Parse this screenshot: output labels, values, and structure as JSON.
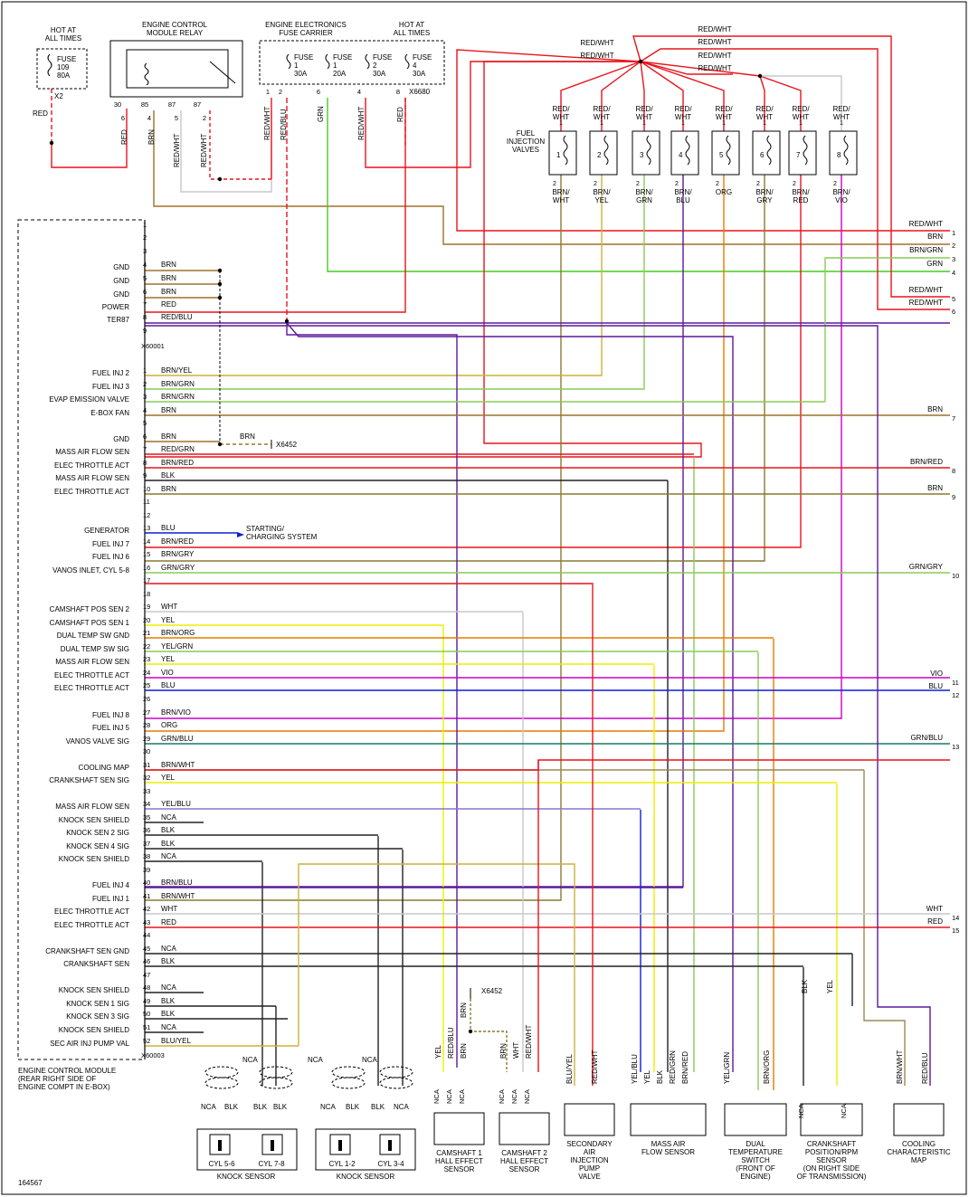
{
  "diagram_id": "164567",
  "top": {
    "hot1": "HOT AT\nALL TIMES",
    "fuse109": "FUSE\n109\n80A",
    "x2": "X2",
    "relay_title": "ENGINE CONTROL\nMODULE RELAY",
    "fc_title": "ENGINE ELECTRONICS\nFUSE CARRIER",
    "hot2": "HOT AT\nALL TIMES",
    "fuses": [
      "FUSE\n1\n30A",
      "FUSE\n1\n20A",
      "FUSE\n2\n30A",
      "FUSE\n4\n30A"
    ],
    "x6680": "X6680",
    "injectors_label": "FUEL\nINJECTION\nVALVES"
  },
  "relay_pins": [
    "30",
    "85",
    "87",
    "87",
    "6",
    "4",
    "5",
    "2"
  ],
  "fc_pins": [
    "1",
    "2",
    "6",
    "4",
    "8"
  ],
  "injectors": [
    {
      "n": "1",
      "top": "RED/\nWHT",
      "bot": "BRN/\nWHT"
    },
    {
      "n": "2",
      "top": "RED/\nWHT",
      "bot": "BRN/\nYEL"
    },
    {
      "n": "3",
      "top": "RED/\nWHT",
      "bot": "BRN/\nGRN"
    },
    {
      "n": "4",
      "top": "RED/\nWHT",
      "bot": "BRN/\nBLU"
    },
    {
      "n": "5",
      "top": "RED/\nWHT",
      "bot": "ORG"
    },
    {
      "n": "6",
      "top": "RED/\nWHT",
      "bot": "BRN/\nGRY"
    },
    {
      "n": "7",
      "top": "RED/\nWHT",
      "bot": "BRN/\nRED"
    },
    {
      "n": "8",
      "top": "RED/\nWHT",
      "bot": "BRN/\nVIO"
    }
  ],
  "wire_labels": {
    "red": "RED",
    "brn": "BRN",
    "red_wht": "RED/WHT",
    "red_blu": "RED/BLU",
    "grn": "GRN",
    "x6452": "X6452",
    "starting": "STARTING/\nCHARGING SYSTEM"
  },
  "ecm": {
    "title": "ENGINE CONTROL MODULE\n(REAR RIGHT SIDE OF\nENGINE COMPT IN E-BOX)",
    "conn1": "X60001",
    "conn3": "X60003",
    "group1": [
      {
        "pin": "1",
        "label": "",
        "color": ""
      },
      {
        "pin": "2",
        "label": "",
        "color": ""
      },
      {
        "pin": "3",
        "label": "",
        "color": ""
      },
      {
        "pin": "4",
        "label": "GND",
        "color": "BRN"
      },
      {
        "pin": "5",
        "label": "GND",
        "color": "BRN"
      },
      {
        "pin": "6",
        "label": "GND",
        "color": "BRN"
      },
      {
        "pin": "7",
        "label": "POWER",
        "color": "RED"
      },
      {
        "pin": "8",
        "label": "TER87",
        "color": "RED/BLU"
      },
      {
        "pin": "9",
        "label": "",
        "color": ""
      }
    ],
    "group2": [
      {
        "pin": "1",
        "label": "FUEL INJ 2",
        "color": "BRN/YEL"
      },
      {
        "pin": "2",
        "label": "FUEL INJ 3",
        "color": "BRN/GRN"
      },
      {
        "pin": "3",
        "label": "EVAP EMISSION VALVE",
        "color": "BRN/GRN"
      },
      {
        "pin": "4",
        "label": "E-BOX FAN",
        "color": "BRN"
      },
      {
        "pin": "5",
        "label": "",
        "color": ""
      },
      {
        "pin": "6",
        "label": "GND",
        "color": "BRN"
      },
      {
        "pin": "7",
        "label": "MASS AIR FLOW SEN",
        "color": "RED/GRN"
      },
      {
        "pin": "8",
        "label": "ELEC THROTTLE ACT",
        "color": "BRN/RED"
      },
      {
        "pin": "9",
        "label": "MASS AIR FLOW SEN",
        "color": "BLK"
      },
      {
        "pin": "10",
        "label": "ELEC THROTTLE ACT",
        "color": "BRN"
      },
      {
        "pin": "11",
        "label": "",
        "color": ""
      },
      {
        "pin": "12",
        "label": "",
        "color": ""
      },
      {
        "pin": "13",
        "label": "GENERATOR",
        "color": "BLU"
      },
      {
        "pin": "14",
        "label": "FUEL INJ 7",
        "color": "BRN/RED"
      },
      {
        "pin": "15",
        "label": "FUEL INJ 6",
        "color": "BRN/GRY"
      },
      {
        "pin": "16",
        "label": "VANOS INLET, CYL 5-8",
        "color": "GRN/GRY"
      },
      {
        "pin": "17",
        "label": "",
        "color": ""
      },
      {
        "pin": "18",
        "label": "",
        "color": ""
      },
      {
        "pin": "19",
        "label": "CAMSHAFT POS SEN 2",
        "color": "WHT"
      },
      {
        "pin": "20",
        "label": "CAMSHAFT POS SEN 1",
        "color": "YEL"
      },
      {
        "pin": "21",
        "label": "DUAL TEMP SW GND",
        "color": "BRN/ORG"
      },
      {
        "pin": "22",
        "label": "DUAL TEMP SW SIG",
        "color": "YEL/GRN"
      },
      {
        "pin": "23",
        "label": "MASS AIR FLOW SEN",
        "color": "YEL"
      },
      {
        "pin": "24",
        "label": "ELEC THROTTLE ACT",
        "color": "VIO"
      },
      {
        "pin": "25",
        "label": "ELEC THROTTLE ACT",
        "color": "BLU"
      },
      {
        "pin": "26",
        "label": "",
        "color": ""
      },
      {
        "pin": "27",
        "label": "FUEL INJ 8",
        "color": "BRN/VIO"
      },
      {
        "pin": "28",
        "label": "FUEL INJ 5",
        "color": "ORG"
      },
      {
        "pin": "29",
        "label": "VANOS VALVE SIG",
        "color": "GRN/BLU"
      },
      {
        "pin": "30",
        "label": "",
        "color": ""
      },
      {
        "pin": "31",
        "label": "COOLING MAP",
        "color": "BRN/WHT"
      },
      {
        "pin": "32",
        "label": "CRANKSHAFT SEN SIG",
        "color": "YEL"
      },
      {
        "pin": "33",
        "label": "",
        "color": ""
      },
      {
        "pin": "34",
        "label": "MASS AIR FLOW SEN",
        "color": "YEL/BLU"
      },
      {
        "pin": "35",
        "label": "KNOCK SEN SHIELD",
        "color": "NCA"
      },
      {
        "pin": "36",
        "label": "KNOCK SEN 2 SIG",
        "color": "BLK"
      },
      {
        "pin": "37",
        "label": "KNOCK SEN 4 SIG",
        "color": "BLK"
      },
      {
        "pin": "38",
        "label": "KNOCK SEN SHIELD",
        "color": "NCA"
      },
      {
        "pin": "39",
        "label": "",
        "color": ""
      },
      {
        "pin": "40",
        "label": "FUEL INJ 4",
        "color": "BRN/BLU"
      },
      {
        "pin": "41",
        "label": "FUEL INJ 1",
        "color": "BRN/WHT"
      },
      {
        "pin": "42",
        "label": "ELEC THROTTLE ACT",
        "color": "WHT"
      },
      {
        "pin": "43",
        "label": "ELEC THROTTLE ACT",
        "color": "RED"
      },
      {
        "pin": "44",
        "label": "",
        "color": ""
      },
      {
        "pin": "45",
        "label": "CRANKSHAFT SEN GND",
        "color": "NCA"
      },
      {
        "pin": "46",
        "label": "CRANKSHAFT SEN",
        "color": "BLK"
      },
      {
        "pin": "47",
        "label": "",
        "color": ""
      },
      {
        "pin": "48",
        "label": "KNOCK SEN SHIELD",
        "color": "NCA"
      },
      {
        "pin": "49",
        "label": "KNOCK SEN 1 SIG",
        "color": "BLK"
      },
      {
        "pin": "50",
        "label": "KNOCK SEN 3 SIG",
        "color": "BLK"
      },
      {
        "pin": "51",
        "label": "KNOCK SEN SHIELD",
        "color": "NCA"
      },
      {
        "pin": "52",
        "label": "SEC AIR INJ PUMP VAL",
        "color": "BLU/YEL"
      }
    ]
  },
  "right_labels": [
    {
      "n": "1",
      "label": "RED/WHT"
    },
    {
      "n": "2",
      "label": "BRN"
    },
    {
      "n": "3",
      "label": "BRN/GRN"
    },
    {
      "n": "4",
      "label": "GRN"
    },
    {
      "n": "5",
      "label": "RED/WHT"
    },
    {
      "n": "6",
      "label": "RED/WHT"
    },
    {
      "n": "7",
      "label": "BRN"
    },
    {
      "n": "8",
      "label": "BRN/RED"
    },
    {
      "n": "9",
      "label": "BRN"
    },
    {
      "n": "10",
      "label": "GRN/GRY"
    },
    {
      "n": "11",
      "label": "VIO"
    },
    {
      "n": "12",
      "label": "BLU"
    },
    {
      "n": "13",
      "label": "GRN/BLU"
    },
    {
      "n": "14",
      "label": "WHT"
    },
    {
      "n": "15",
      "label": "RED"
    }
  ],
  "bottom": {
    "knock1": {
      "cyl_a": "CYL 5-6",
      "cyl_b": "CYL 7-8",
      "title": "KNOCK SENSOR"
    },
    "knock2": {
      "cyl_a": "CYL 1-2",
      "cyl_b": "CYL 3-4",
      "title": "KNOCK SENSOR"
    },
    "cam1": "CAMSHAFT 1\nHALL EFFECT\nSENSOR",
    "cam2": "CAMSHAFT 2\nHALL EFFECT\nSENSOR",
    "sec_air": "SECONDARY\nAIR\nINJECTION\nPUMP\nVALVE",
    "maf": "MASS AIR\nFLOW SENSOR",
    "dual": "DUAL\nTEMPERATURE\nSWITCH\n(FRONT OF\nENGINE)",
    "crank": "CRANKSHAFT\nPOSITION/RPM\nSENSOR\n(ON RIGHT SIDE\nOF TRANSMISSION)",
    "cooling": "COOLING\nCHARACTERISTIC\nMAP",
    "wire_cam1": [
      "YEL",
      "RED/BLU",
      "BRN"
    ],
    "wire_cam2": [
      "BRN",
      "WHT",
      "RED/WHT"
    ],
    "wire_sec": [
      "BLU/YEL",
      "RED/WHT"
    ],
    "wire_maf": [
      "YEL/BLU",
      "YEL",
      "BLK",
      "RED/GRN",
      "BRN/RED"
    ],
    "wire_dual": [
      "YEL/GRN",
      "BRN/ORG"
    ],
    "wire_crank_top": [
      "BLK",
      "YEL"
    ],
    "wire_cool": [
      "BRN/WHT",
      "RED/BLU"
    ],
    "nca": "NCA",
    "blk": "BLK"
  }
}
